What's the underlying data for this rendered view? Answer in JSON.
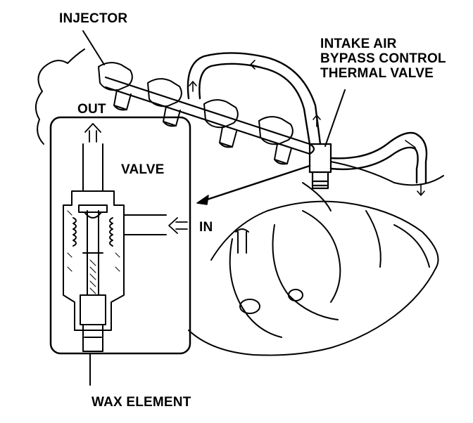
{
  "labels": {
    "injector": "INJECTOR",
    "thermal_valve_line1": "INTAKE AIR",
    "thermal_valve_line2": "BYPASS CONTROL",
    "thermal_valve_line3": "THERMAL VALVE",
    "out": "OUT",
    "valve": "VALVE",
    "in": "IN",
    "wax_element": "WAX ELEMENT"
  },
  "colors": {
    "ink": "#000000",
    "paper": "#ffffff"
  }
}
